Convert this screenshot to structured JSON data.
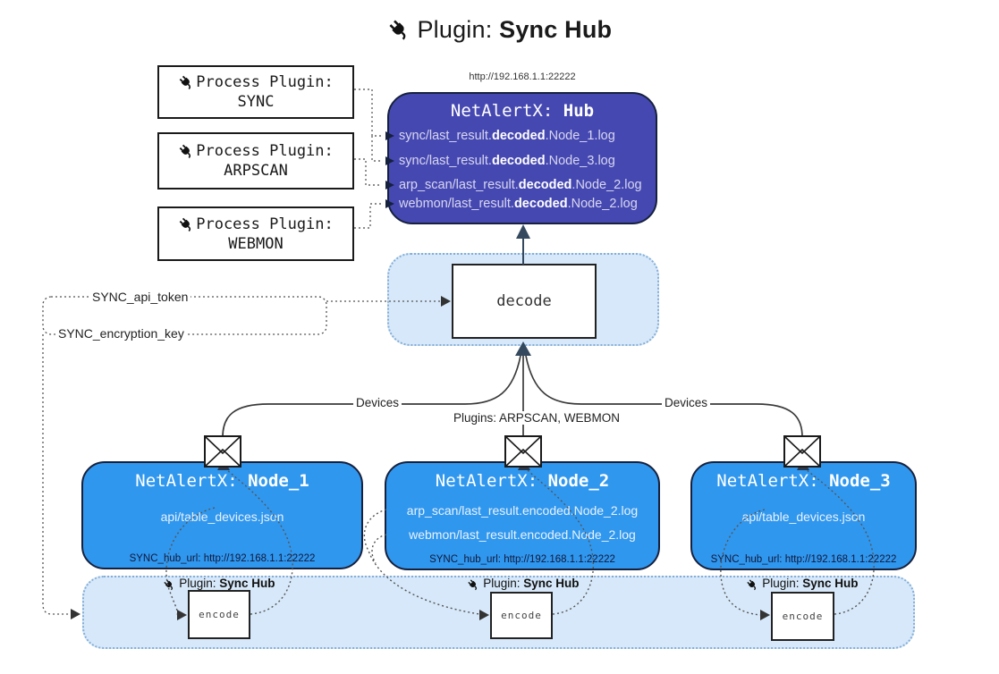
{
  "page_title": {
    "prefix": "Plugin: ",
    "name": "Sync Hub"
  },
  "icons": {
    "plug": "plug-icon",
    "envelope": "envelope-icon"
  },
  "process_plugins": [
    {
      "label": "Process Plugin:",
      "name": "SYNC"
    },
    {
      "label": "Process Plugin:",
      "name": "ARPSCAN"
    },
    {
      "label": "Process Plugin:",
      "name": "WEBMON"
    }
  ],
  "hub": {
    "url": "http://192.168.1.1:22222",
    "title_prefix": "NetAlertX: ",
    "title_name": "Hub",
    "logs": [
      {
        "pre": "sync/last_result.",
        "mid": "decoded",
        "post": ".Node_1.log"
      },
      {
        "pre": "sync/last_result.",
        "mid": "decoded",
        "post": ".Node_3.log"
      },
      {
        "pre": "arp_scan/last_result.",
        "mid": "decoded",
        "post": ".Node_2.log"
      },
      {
        "pre": "webmon/last_result.",
        "mid": "decoded",
        "post": ".Node_2.log"
      }
    ]
  },
  "decode_box": {
    "label": "decode"
  },
  "config": {
    "api_token": "SYNC_api_token",
    "encryption_key": "SYNC_encryption_key"
  },
  "edge_labels": {
    "devices_left": "Devices",
    "plugins_center": "Plugins: ARPSCAN, WEBMON",
    "devices_right": "Devices"
  },
  "nodes": [
    {
      "title_prefix": "NetAlertX: ",
      "title_name": "Node_1",
      "files": [
        "api/table_devices.json"
      ],
      "hub_url": "SYNC_hub_url: http://192.168.1.1:22222"
    },
    {
      "title_prefix": "NetAlertX: ",
      "title_name": "Node_2",
      "files": [
        "arp_scan/last_result.encoded.Node_2.log",
        "webmon/last_result.encoded.Node_2.log"
      ],
      "hub_url": "SYNC_hub_url: http://192.168.1.1:22222"
    },
    {
      "title_prefix": "NetAlertX: ",
      "title_name": "Node_3",
      "files": [
        "api/table_devices.json"
      ],
      "hub_url": "SYNC_hub_url: http://192.168.1.1:22222"
    }
  ],
  "encoder": {
    "plugin_prefix": "Plugin: ",
    "plugin_name": "Sync Hub",
    "box_label": "encode"
  },
  "colors": {
    "hub_fill": "#4648b2",
    "node_fill": "#3097ee",
    "panel_fill": "#d6e8f9",
    "panel_border": "#85aed6",
    "line": "#3a3a3a",
    "arrow_dark": "#2c3a50"
  }
}
